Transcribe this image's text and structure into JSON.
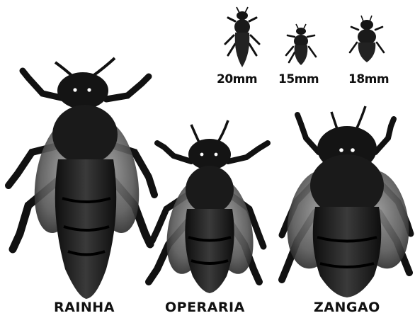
{
  "sizes": {
    "queen": "20mm",
    "worker": "15mm",
    "drone": "18mm"
  },
  "castes": {
    "queen": "RAINHA",
    "worker": "OPERARIA",
    "drone": "ZANGAO"
  },
  "colors": {
    "ink": "#111111",
    "body_dark": "#1a1a1a",
    "wing_grey": "#6e6e6e",
    "eye_highlight": "#ffffff",
    "background": "#ffffff"
  }
}
